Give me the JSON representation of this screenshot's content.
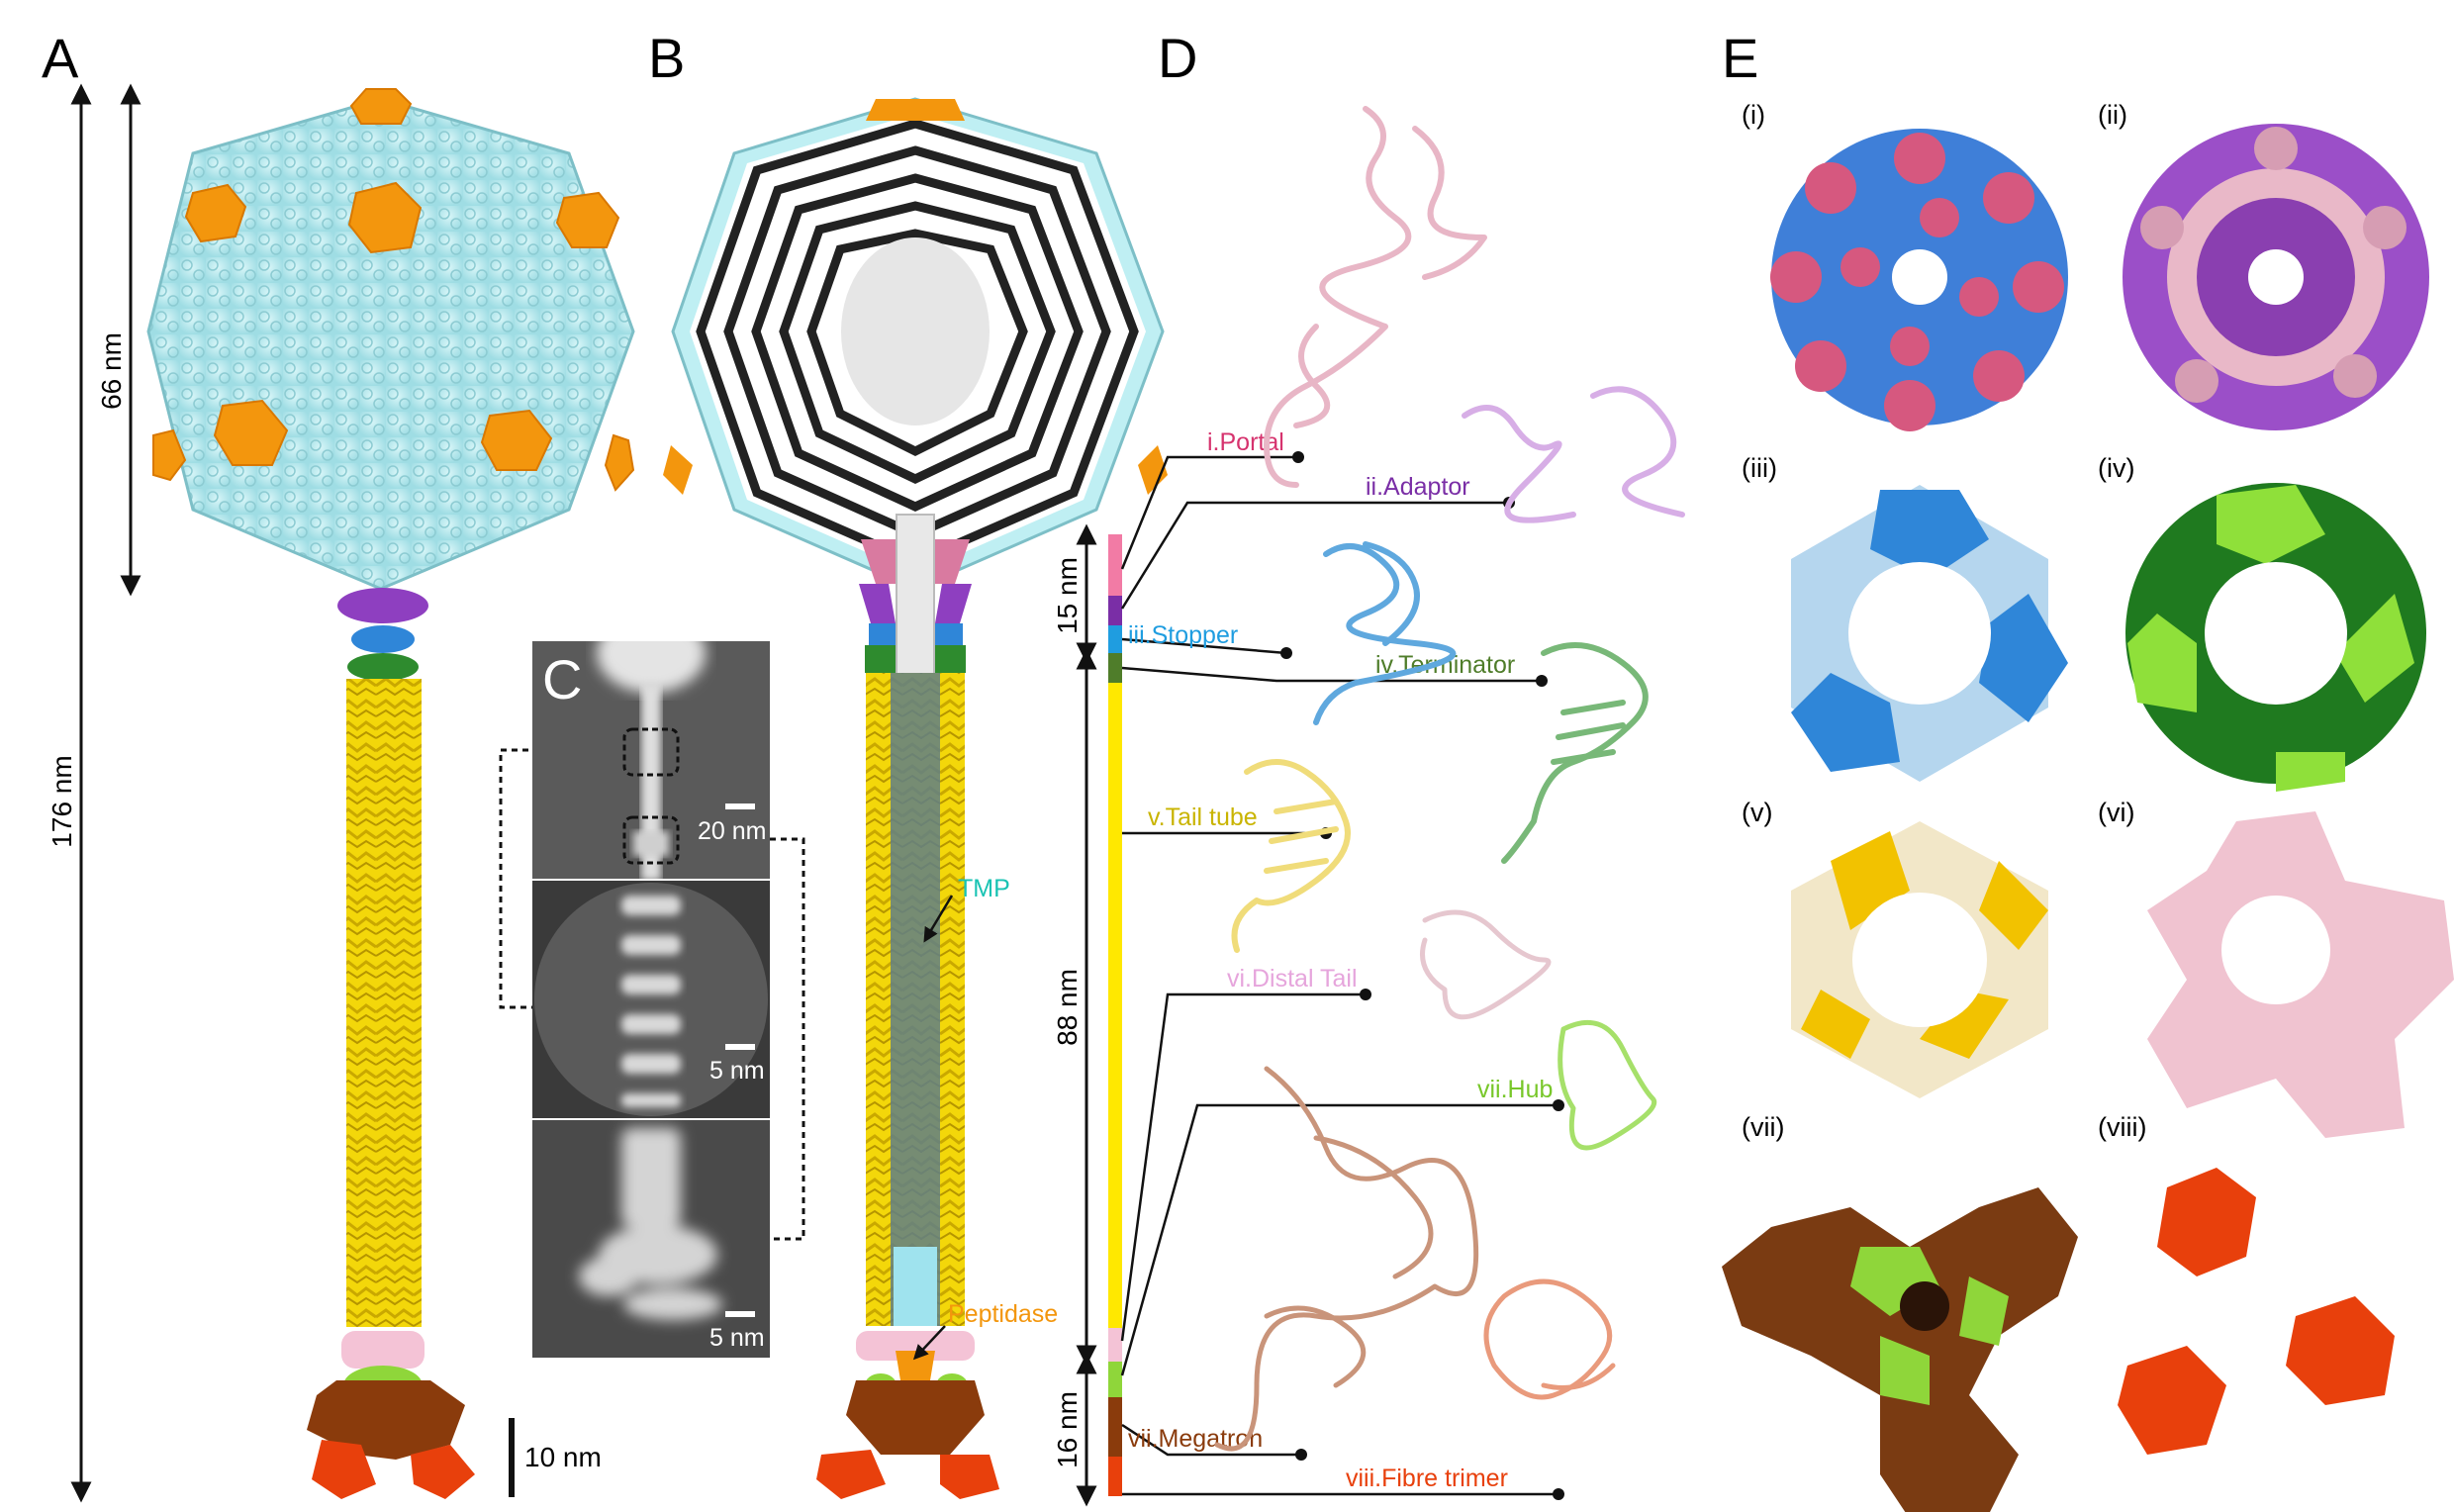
{
  "panels": {
    "a": "A",
    "b": "B",
    "c": "C",
    "d": "D",
    "e": "E"
  },
  "panel_a": {
    "total_length": "176 nm",
    "capsid_length": "66 nm",
    "scale_bar": "10 nm"
  },
  "panel_b": {
    "tmp_label": "TMP",
    "peptidase_label": "Peptidase"
  },
  "panel_c": {
    "scale_top": "20 nm",
    "scale_mid": "5 nm",
    "scale_bottom": "5 nm"
  },
  "panel_d": {
    "segment_lengths": [
      "15 nm",
      "88 nm",
      "16 nm"
    ],
    "components": [
      {
        "label": "i.Portal",
        "color": "#d6336e"
      },
      {
        "label": "ii.Adaptor",
        "color": "#7a2ea6"
      },
      {
        "label": "iii.Stopper",
        "color": "#1f9de0"
      },
      {
        "label": "iv.Terminator",
        "color": "#4f7d2a"
      },
      {
        "label": "v.Tail tube",
        "color": "#c9b400"
      },
      {
        "label": "vi.Distal Tail",
        "color": "#e6a5dc"
      },
      {
        "label": "vii.Hub",
        "color": "#78c72a"
      },
      {
        "label": "vii.Megatron",
        "color": "#8a3b0c"
      },
      {
        "label": "viii.Fibre trimer",
        "color": "#e8400c"
      }
    ]
  },
  "panel_e": {
    "labels": [
      "(i)",
      "(ii)",
      "(iii)",
      "(iv)",
      "(v)",
      "(vi)",
      "(vii)",
      "(viii)"
    ]
  },
  "colors": {
    "capsid": "#bfeff3",
    "decoration": "#f3960d",
    "portal": "#d97aa0",
    "adaptor": "#8e3fc0",
    "stopper": "#2f86d8",
    "terminator": "#2e8b2e",
    "tail": "#f3d70a",
    "distal": "#f4c3d6",
    "hub": "#8fd63a",
    "megatron": "#8a3b0c",
    "fibre": "#e8400c"
  }
}
